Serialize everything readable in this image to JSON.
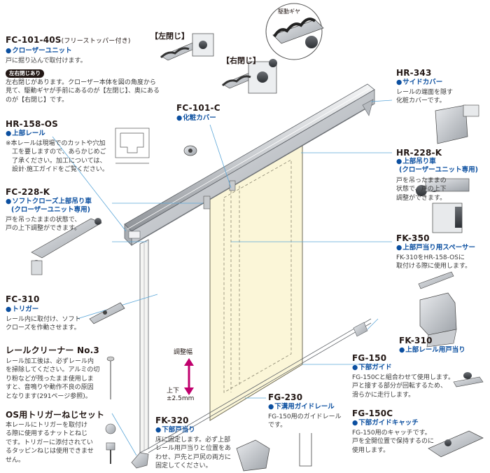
{
  "labels": {
    "fc10140s": {
      "code": "FC-101-40S",
      "note": "(フリーストッパー付き)",
      "category": "クローザーユニット",
      "desc": [
        "戸に掘り込んで取付けます。"
      ],
      "badge": "左右閉じあり",
      "desc2": [
        "左右閉じがあります。クローザー本体を図の角度から",
        "見て、駆動ギヤが手前にあるのが【左閉じ】、奥にある",
        "のが【右閉じ】です。"
      ],
      "left_close": "【左閉じ】",
      "right_close": "【右閉じ】",
      "drive_gear": "駆動ギヤ"
    },
    "hr158os": {
      "code": "HR-158-OS",
      "category": "上部レール",
      "desc": [
        "※本レールは現場でのカットや穴加",
        "　工を要しますので、あらかじめご",
        "　了承ください。加工については、",
        "　設計·施工ガイドをご覧ください。"
      ]
    },
    "fc101c": {
      "code": "FC-101-C",
      "category": "化粧カバー"
    },
    "fc228k": {
      "code": "FC-228-K",
      "category": [
        "ソフトクローズ上部吊り車",
        "(クローザーユニット専用)"
      ],
      "desc": [
        "戸を吊ったままの状態で、",
        "戸の上下調整ができます。"
      ]
    },
    "hr343": {
      "code": "HR-343",
      "category": "サイドカバー",
      "desc": [
        "レールの端面を隠す",
        "化粧カバーです。"
      ]
    },
    "hr228k": {
      "code": "HR-228-K",
      "category": [
        "上部吊り車",
        "(クローザーユニット専用)"
      ],
      "desc": [
        "戸を吊ったままの",
        "状態で、戸の上下",
        "調整ができます。"
      ]
    },
    "fk350": {
      "code": "FK-350",
      "category": "上部戸当り用スペーサー",
      "desc": [
        "FK-310をHR-158-OSに",
        "取付ける際に使用します。"
      ]
    },
    "fc310": {
      "code": "FC-310",
      "category": "トリガー",
      "desc": [
        "レール内に取付け、ソフト",
        "クローズを作動させます。"
      ]
    },
    "fk310": {
      "code": "FK-310",
      "category": "上部レール用戸当り"
    },
    "cleaner": {
      "code": "レールクリーナー No.3",
      "desc": [
        "レール加工後は、必ずレール内",
        "を掃除してください。アルミの切",
        "り粉などが残ったまま使用しま",
        "すと、音鳴りや動作不良の原因",
        "となります(291ページ参照)。"
      ]
    },
    "os_screw": {
      "code": "OS用トリガーねじセット",
      "desc": [
        "本レールにトリガーを取付け",
        "る際に使用するナットとねじ",
        "です。トリガーに添付されてい",
        "るタッピンねじは使用できませ",
        "せん。"
      ]
    },
    "fk320": {
      "code": "FK-320",
      "category": "下部戸当り",
      "desc": [
        "床に固定します。必ず上部",
        "レール用戸当りと位置をあ",
        "わせ、戸先と戸尻の両方に",
        "固定してください。"
      ]
    },
    "fg230": {
      "code": "FG-230",
      "category": "下溝用ガイドレール",
      "desc": [
        "FG-150用のガイドレール",
        "です。"
      ]
    },
    "fg150": {
      "code": "FG-150",
      "category": "下部ガイド",
      "desc": [
        "FG-150Cと組合わせて使用します。",
        "戸と接する部分が回転するため、",
        "滑らかに走行します。"
      ]
    },
    "fg150c": {
      "code": "FG-150C",
      "category": "下部ガイドキャッチ",
      "desc": [
        "FG-150用のキャッチです。",
        "戸を全開位置で保持するのに",
        "使用します。"
      ]
    },
    "adjust": {
      "title": "調整幅",
      "range": [
        "上下",
        "±2.5mm"
      ]
    }
  },
  "colors": {
    "accent": "#0b4fa0",
    "leader": "#5aa6d8",
    "door": "#fbf6d8",
    "text": "#231815"
  }
}
